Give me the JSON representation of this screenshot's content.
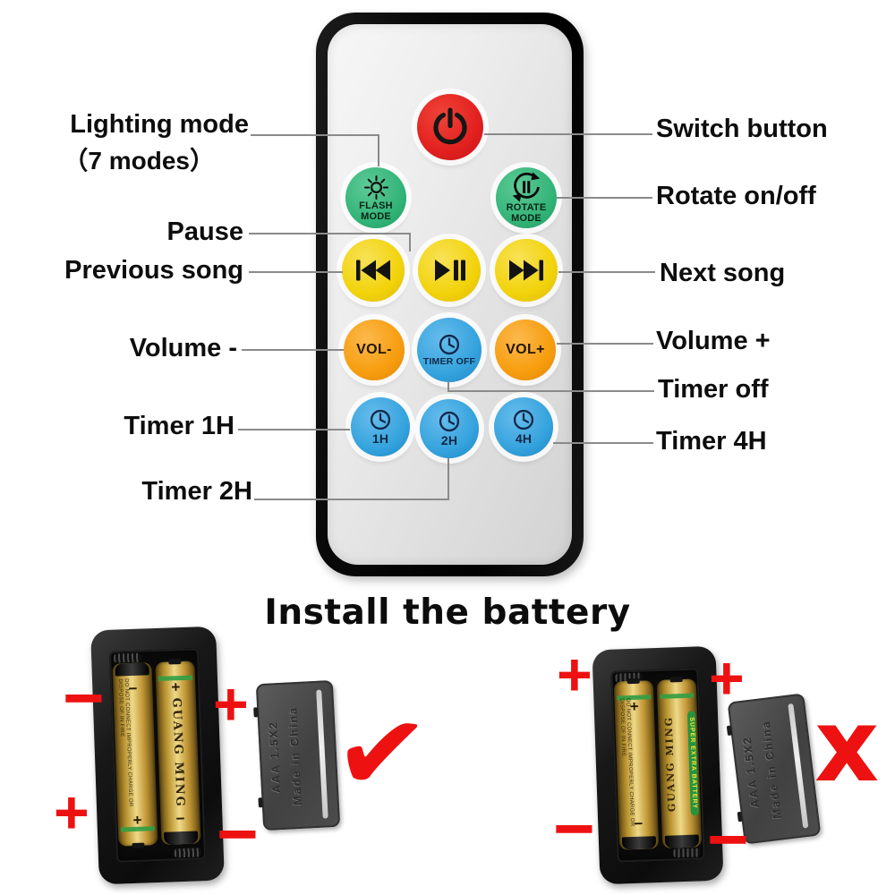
{
  "colors": {
    "power-red": "#e2201f",
    "mode-green": "#32b377",
    "media-yellow": "#f2d30b",
    "vol-orange": "#f79d0e",
    "timer-blue": "#35a3dd",
    "mark-red": "#ee1111",
    "line-gray": "#8a8a8a"
  },
  "remote": {
    "buttons": {
      "flash_mode": {
        "label": "FLASH MODE"
      },
      "rotate_mode": {
        "label": "ROTATE MODE"
      },
      "vol_minus": {
        "label": "VOL-"
      },
      "timer_off": {
        "label": "TIMER OFF"
      },
      "vol_plus": {
        "label": "VOL+"
      },
      "timer_1h": {
        "label": "1H"
      },
      "timer_2h": {
        "label": "2H"
      },
      "timer_4h": {
        "label": "4H"
      }
    }
  },
  "callouts": {
    "lighting_mode": "Lighting mode",
    "lighting_mode_sub": "（7 modes）",
    "pause": "Pause",
    "previous_song": "Previous song",
    "volume_minus": "Volume -",
    "timer_1h": "Timer 1H",
    "timer_2h": "Timer 2H",
    "switch_button": "Switch button",
    "rotate_on_off": "Rotate on/off",
    "next_song": "Next song",
    "volume_plus": "Volume +",
    "timer_off": "Timer off",
    "timer_4h": "Timer 4H"
  },
  "battery_section": {
    "title": "Install the battery",
    "cover": {
      "line1": "AAA 1.5X2",
      "line2": "Made in China"
    },
    "battery": {
      "brand": "GUANG MING",
      "sub_brand": "SUPER EXTRA BATTERY",
      "warning": "DO NOT CONNECT IMPROPERLY CHARGE OR DISPOSE OF IN FIRE",
      "plus": "+",
      "minus": "−"
    },
    "correct": {
      "marks": {
        "top_left": "−",
        "bottom_left": "+",
        "top_right": "+",
        "bottom_right": "−"
      },
      "result_symbol": "✔"
    },
    "wrong": {
      "marks": {
        "top_left": "+",
        "top_right": "+",
        "bottom_left": "−",
        "bottom_right": "−"
      },
      "result_symbol": "x"
    }
  }
}
